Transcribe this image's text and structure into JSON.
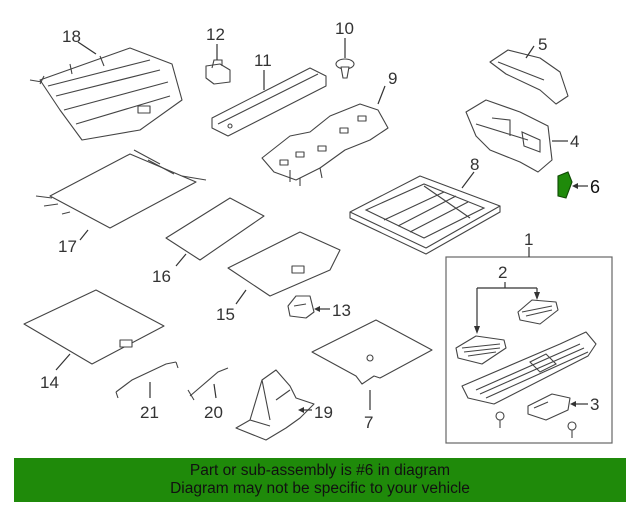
{
  "callouts": {
    "n1": "1",
    "n2": "2",
    "n3": "3",
    "n4": "4",
    "n5": "5",
    "n6": "6",
    "n7": "7",
    "n8": "8",
    "n9": "9",
    "n10": "10",
    "n11": "11",
    "n12": "12",
    "n13": "13",
    "n14": "14",
    "n15": "15",
    "n16": "16",
    "n17": "17",
    "n18": "18",
    "n19": "19",
    "n20": "20",
    "n21": "21"
  },
  "highlight": {
    "part_number": "6",
    "color": "#1f8a0a"
  },
  "banner": {
    "line1": "Part or sub-assembly is #6 in diagram",
    "line2": "Diagram may not be specific to your vehicle",
    "color": "#1f8a0a"
  }
}
